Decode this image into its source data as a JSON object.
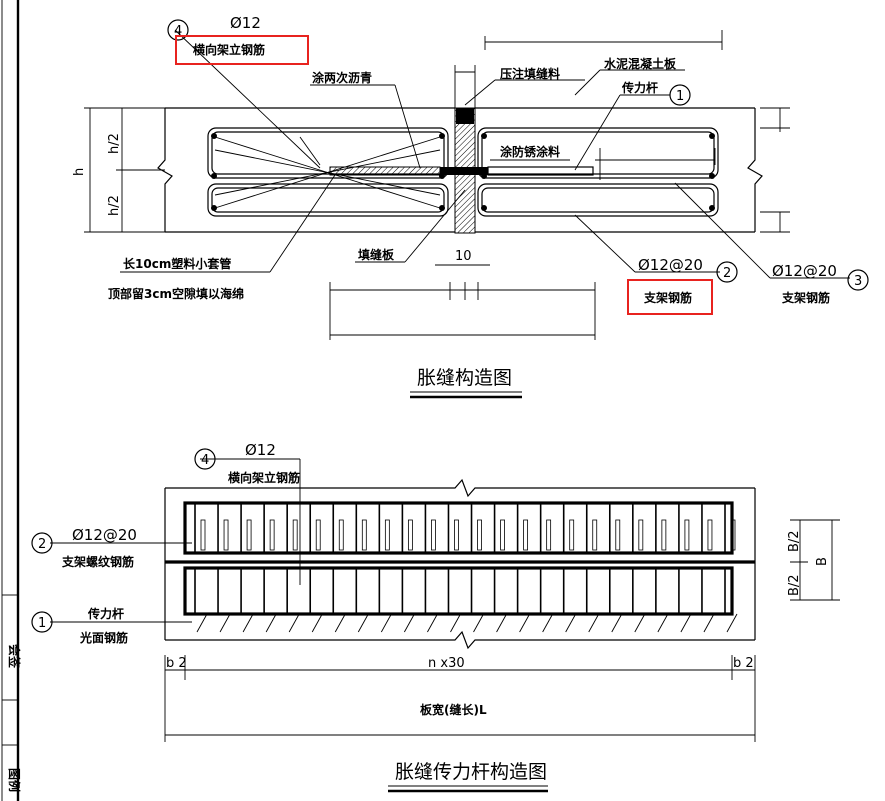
{
  "top": {
    "title": "胀缝构造图",
    "d_bar4": "Ø12",
    "callout4": "4",
    "label_bar4": "横向架立钢筋",
    "label_asphalt": "涂两次沥青",
    "label_filler": "压注填缝料",
    "label_slab": "水泥混凝土板",
    "label_dowel": "传力杆",
    "callout1": "1",
    "label_antirust": "涂防锈涂料",
    "label_h": "h",
    "label_h2a": "h/2",
    "label_h2b": "h/2",
    "label_sleeve": "长10cm塑料小套管",
    "label_gap": "顶部留3cm空隙填以海绵",
    "label_board": "填缝板",
    "dim_10": "10",
    "d_bar2": "Ø12@20",
    "callout2": "2",
    "label_bar2": "支架钢筋",
    "d_bar3": "Ø12@20",
    "callout3": "3",
    "label_bar3": "支架钢筋"
  },
  "bottom": {
    "title": "胀缝传力杆构造图",
    "d_bar4": "Ø12",
    "callout4": "4",
    "label_bar4": "横向架立钢筋",
    "d_bar2": "Ø12@20",
    "callout2": "2",
    "label_bar2": "支架螺纹钢筋",
    "callout1": "1",
    "label_dowel": "传力杆",
    "label_plain": "光面钢筋",
    "dim_b2_left": "b 2",
    "dim_nx30": "n x30",
    "dim_b2_right": "b 2",
    "label_width": "板宽(缝长)L",
    "dim_B2a": "B/2",
    "dim_B2b": "B/2",
    "dim_B": "B"
  },
  "sidebar": {
    "text_a": "会签",
    "text_b": "图例"
  }
}
